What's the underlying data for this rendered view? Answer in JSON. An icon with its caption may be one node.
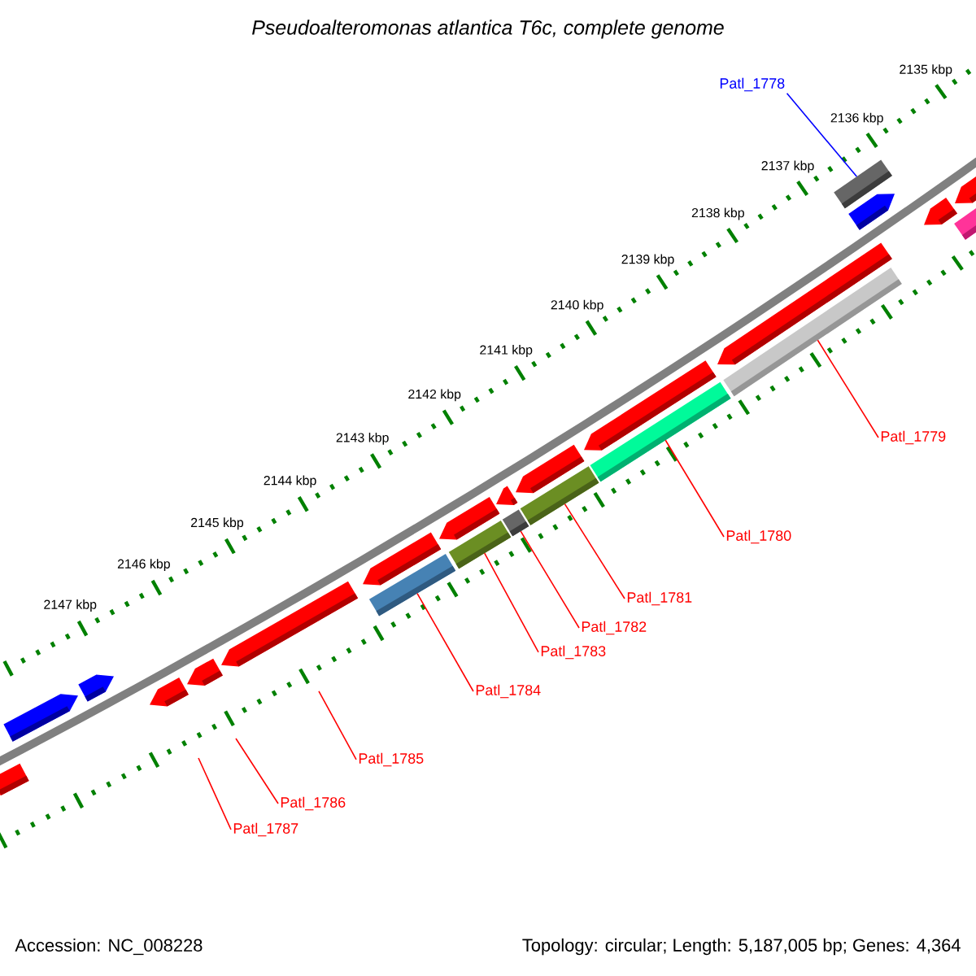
{
  "diagram": {
    "title": "*Pseudoalteromonas atlantica T6c, complete genome*",
    "nodes": [
      {
        "text": [
          "Patl_1778"
        ]
      },
      {
        "text": [
          "Patl_1779"
        ]
      },
      {
        "text": [
          "Patl_1780"
        ]
      },
      {
        "text": [
          "Patl_1781"
        ]
      },
      {
        "text": [
          "Patl_1782"
        ]
      },
      {
        "text": [
          "Patl_1783"
        ]
      },
      {
        "text": [
          "Patl_1784"
        ]
      },
      {
        "text": [
          "Patl_1785"
        ]
      },
      {
        "text": [
          "Patl_1786"
        ]
      },
      {
        "text": [
          "Patl_1787"
        ]
      },
      {
        "text": [],
        "shape": "bar"
      },
      {
        "text": [],
        "shape": "bar"
      },
      {
        "text": [],
        "shape": "bar"
      },
      {
        "text": [],
        "shape": "bar"
      },
      {
        "text": [],
        "shape": "bar"
      },
      {
        "text": [],
        "shape": "bar"
      },
      {
        "text": [],
        "shape": "bar"
      }
    ],
    "edges": [
      {
        "from": 0,
        "to": 10,
        "arrow": "none",
        "color": "#0000ff"
      },
      {
        "from": 1,
        "to": 11,
        "arrow": "none"
      },
      {
        "from": 2,
        "to": 12,
        "arrow": "none"
      },
      {
        "from": 3,
        "to": 13,
        "arrow": "none"
      },
      {
        "from": 4,
        "to": 14,
        "arrow": "none"
      },
      {
        "from": 5,
        "to": 15,
        "arrow": "none"
      },
      {
        "from": 6,
        "to": 16,
        "arrow": "none"
      },
      {
        "from": 7,
        "to": null,
        "arrow": "none"
      },
      {
        "from": 8,
        "to": null,
        "arrow": "none"
      },
      {
        "from": 9,
        "to": null,
        "arrow": "none"
      }
    ],
    "labels": [
      "2135 kbp",
      "2136 kbp",
      "2137 kbp",
      "2138 kbp",
      "2139 kbp",
      "2140 kbp",
      "2141 kbp",
      "2142 kbp",
      "2143 kbp",
      "2144 kbp",
      "2145 kbp",
      "2146 kbp",
      "2147 kbp",
      "Accession: NC_008228",
      "Topology: circular; Length: 5,187,005 bp; Genes: 4,364"
    ]
  }
}
